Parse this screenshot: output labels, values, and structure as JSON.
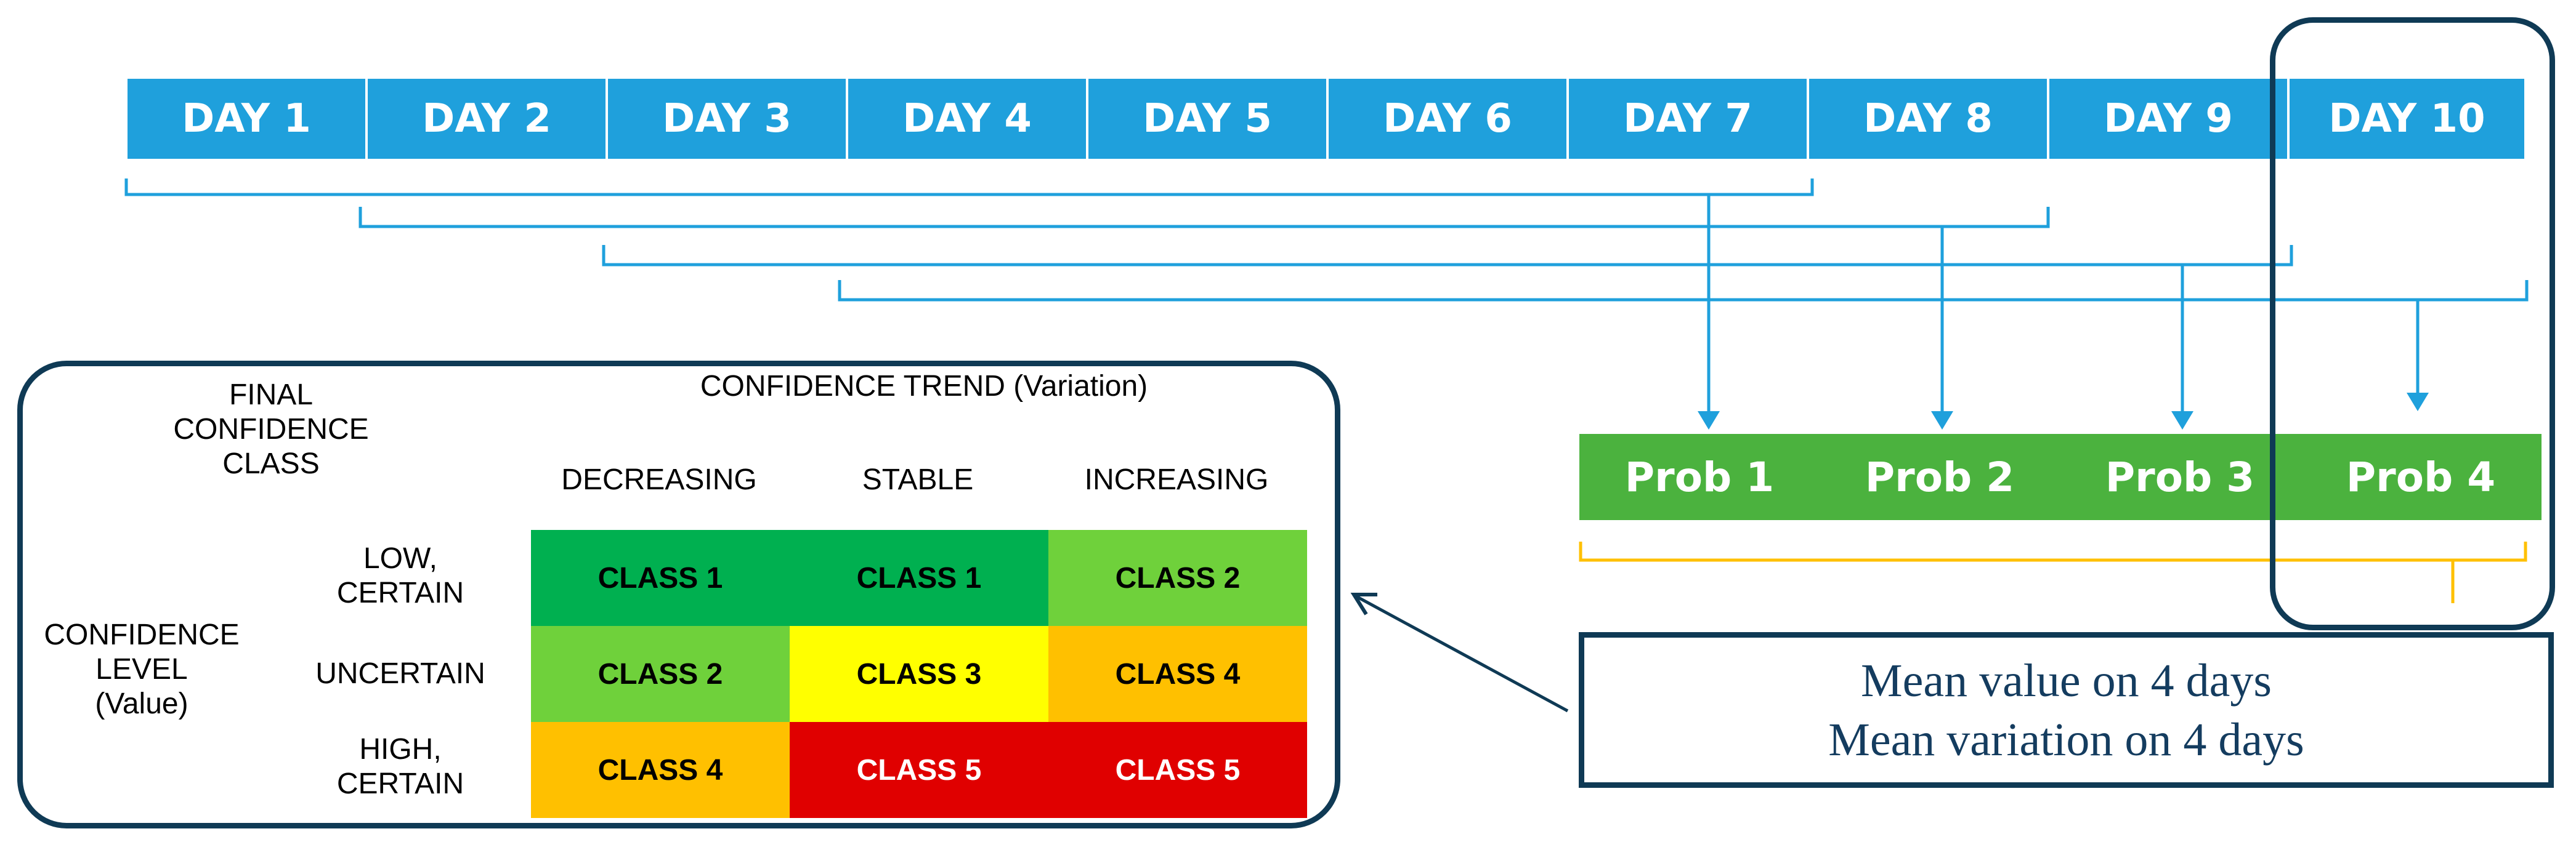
{
  "days": [
    "DAY 1",
    "DAY 2",
    "DAY 3",
    "DAY 4",
    "DAY 5",
    "DAY 6",
    "DAY 7",
    "DAY 8",
    "DAY 9",
    "DAY 10"
  ],
  "probs": [
    "Prob 1",
    "Prob 2",
    "Prob 3",
    "Prob 4"
  ],
  "matrix": {
    "corner_label": "FINAL\nCONFIDENCE\nCLASS",
    "trend_title": "CONFIDENCE TREND (Variation)",
    "trend_columns": [
      "DECREASING",
      "STABLE",
      "INCREASING"
    ],
    "level_title": "CONFIDENCE\nLEVEL\n(Value)",
    "rows": [
      {
        "label": "LOW,\nCERTAIN",
        "cells": [
          "CLASS 1",
          "CLASS 1",
          "CLASS 2"
        ]
      },
      {
        "label": "UNCERTAIN",
        "cells": [
          "CLASS 2",
          "CLASS 3",
          "CLASS 4"
        ]
      },
      {
        "label": "HIGH,\nCERTAIN",
        "cells": [
          "CLASS 4",
          "CLASS 5",
          "CLASS 5"
        ]
      }
    ]
  },
  "summary": {
    "line1": "Mean value on 4 days",
    "line2": "Mean variation on 4 days"
  },
  "colors": {
    "day_blue": "#1fa0dc",
    "prob_green": "#4bb23e",
    "class1": "#00b050",
    "class2": "#6fd13b",
    "class3": "#ffff00",
    "class4": "#ffc000",
    "class5": "#e00000",
    "frame": "#0f3a55",
    "bracket_blue": "#1fa0dc",
    "bracket_yellow": "#ffc000"
  }
}
